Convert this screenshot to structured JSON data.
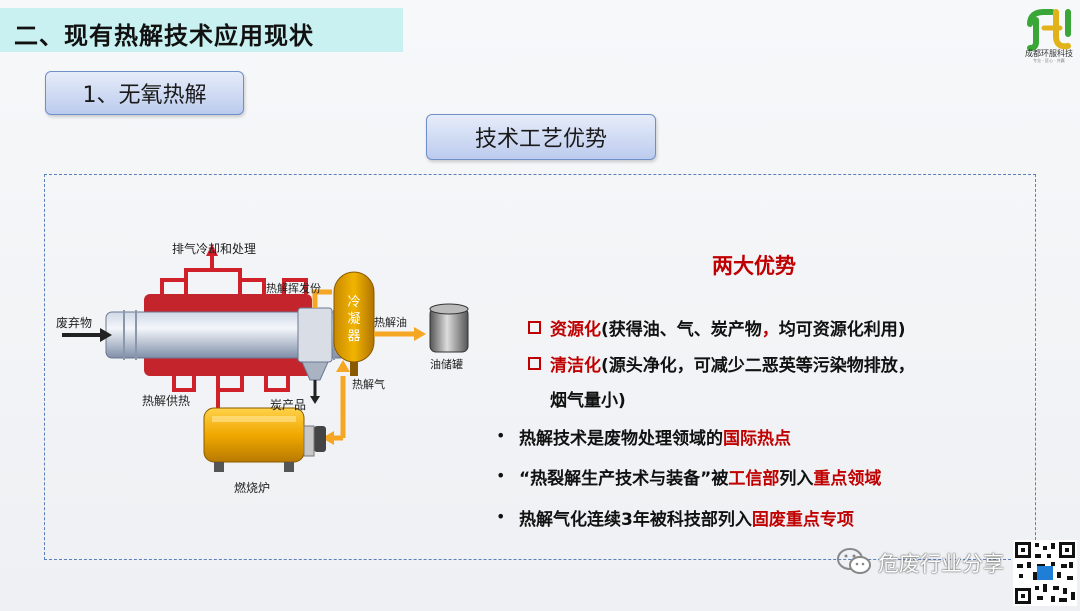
{
  "header": {
    "title": "二、现有热解技术应用现状"
  },
  "section": {
    "label": "1、无氧热解"
  },
  "subsection": {
    "label": "技术工艺优势"
  },
  "logo": {
    "name": "成都环服科技",
    "tagline": "专业 · 匠心 · 共赢"
  },
  "diagram": {
    "labels": {
      "exhaust": "排气冷却和处理",
      "waste": "废弃物",
      "volatiles": "热解挥发份",
      "condenser": "冷凝器",
      "oil": "热解油",
      "tank": "油储罐",
      "gas": "热解气",
      "heat": "热解供热",
      "char": "炭产品",
      "furnace": "燃烧炉"
    },
    "colors": {
      "heat_pipe": "#d0202a",
      "gas_pipe": "#f5a623",
      "condenser": "#e8a000"
    }
  },
  "advantages": {
    "title": "两大优势",
    "item1": {
      "key": "资源化",
      "text": "(获得油、气、炭产物",
      "comma": "，",
      "rest": "均可资源化利用)"
    },
    "item2": {
      "key": "清洁化",
      "line1": "(源头净化，可减少二恶英等污染物排放，",
      "line2": "烟气量小)"
    },
    "bullet1": {
      "a": "热解技术是废物处理领域的",
      "b": "国际热点"
    },
    "bullet2": {
      "a": "“热裂解生产技术与装备”被",
      "b": "工信部",
      "c": "列入",
      "d": "重点领域"
    },
    "bullet3": {
      "a": "热解气化连续3年被科技部列入",
      "b": "固废重点专项"
    },
    "bullet_symbol": "•"
  },
  "watermark": {
    "text": "危废行业分享"
  },
  "colors": {
    "accent_red": "#c00000",
    "title_bg": "#c9f1f1",
    "border_blue": "#5a7fbd"
  }
}
